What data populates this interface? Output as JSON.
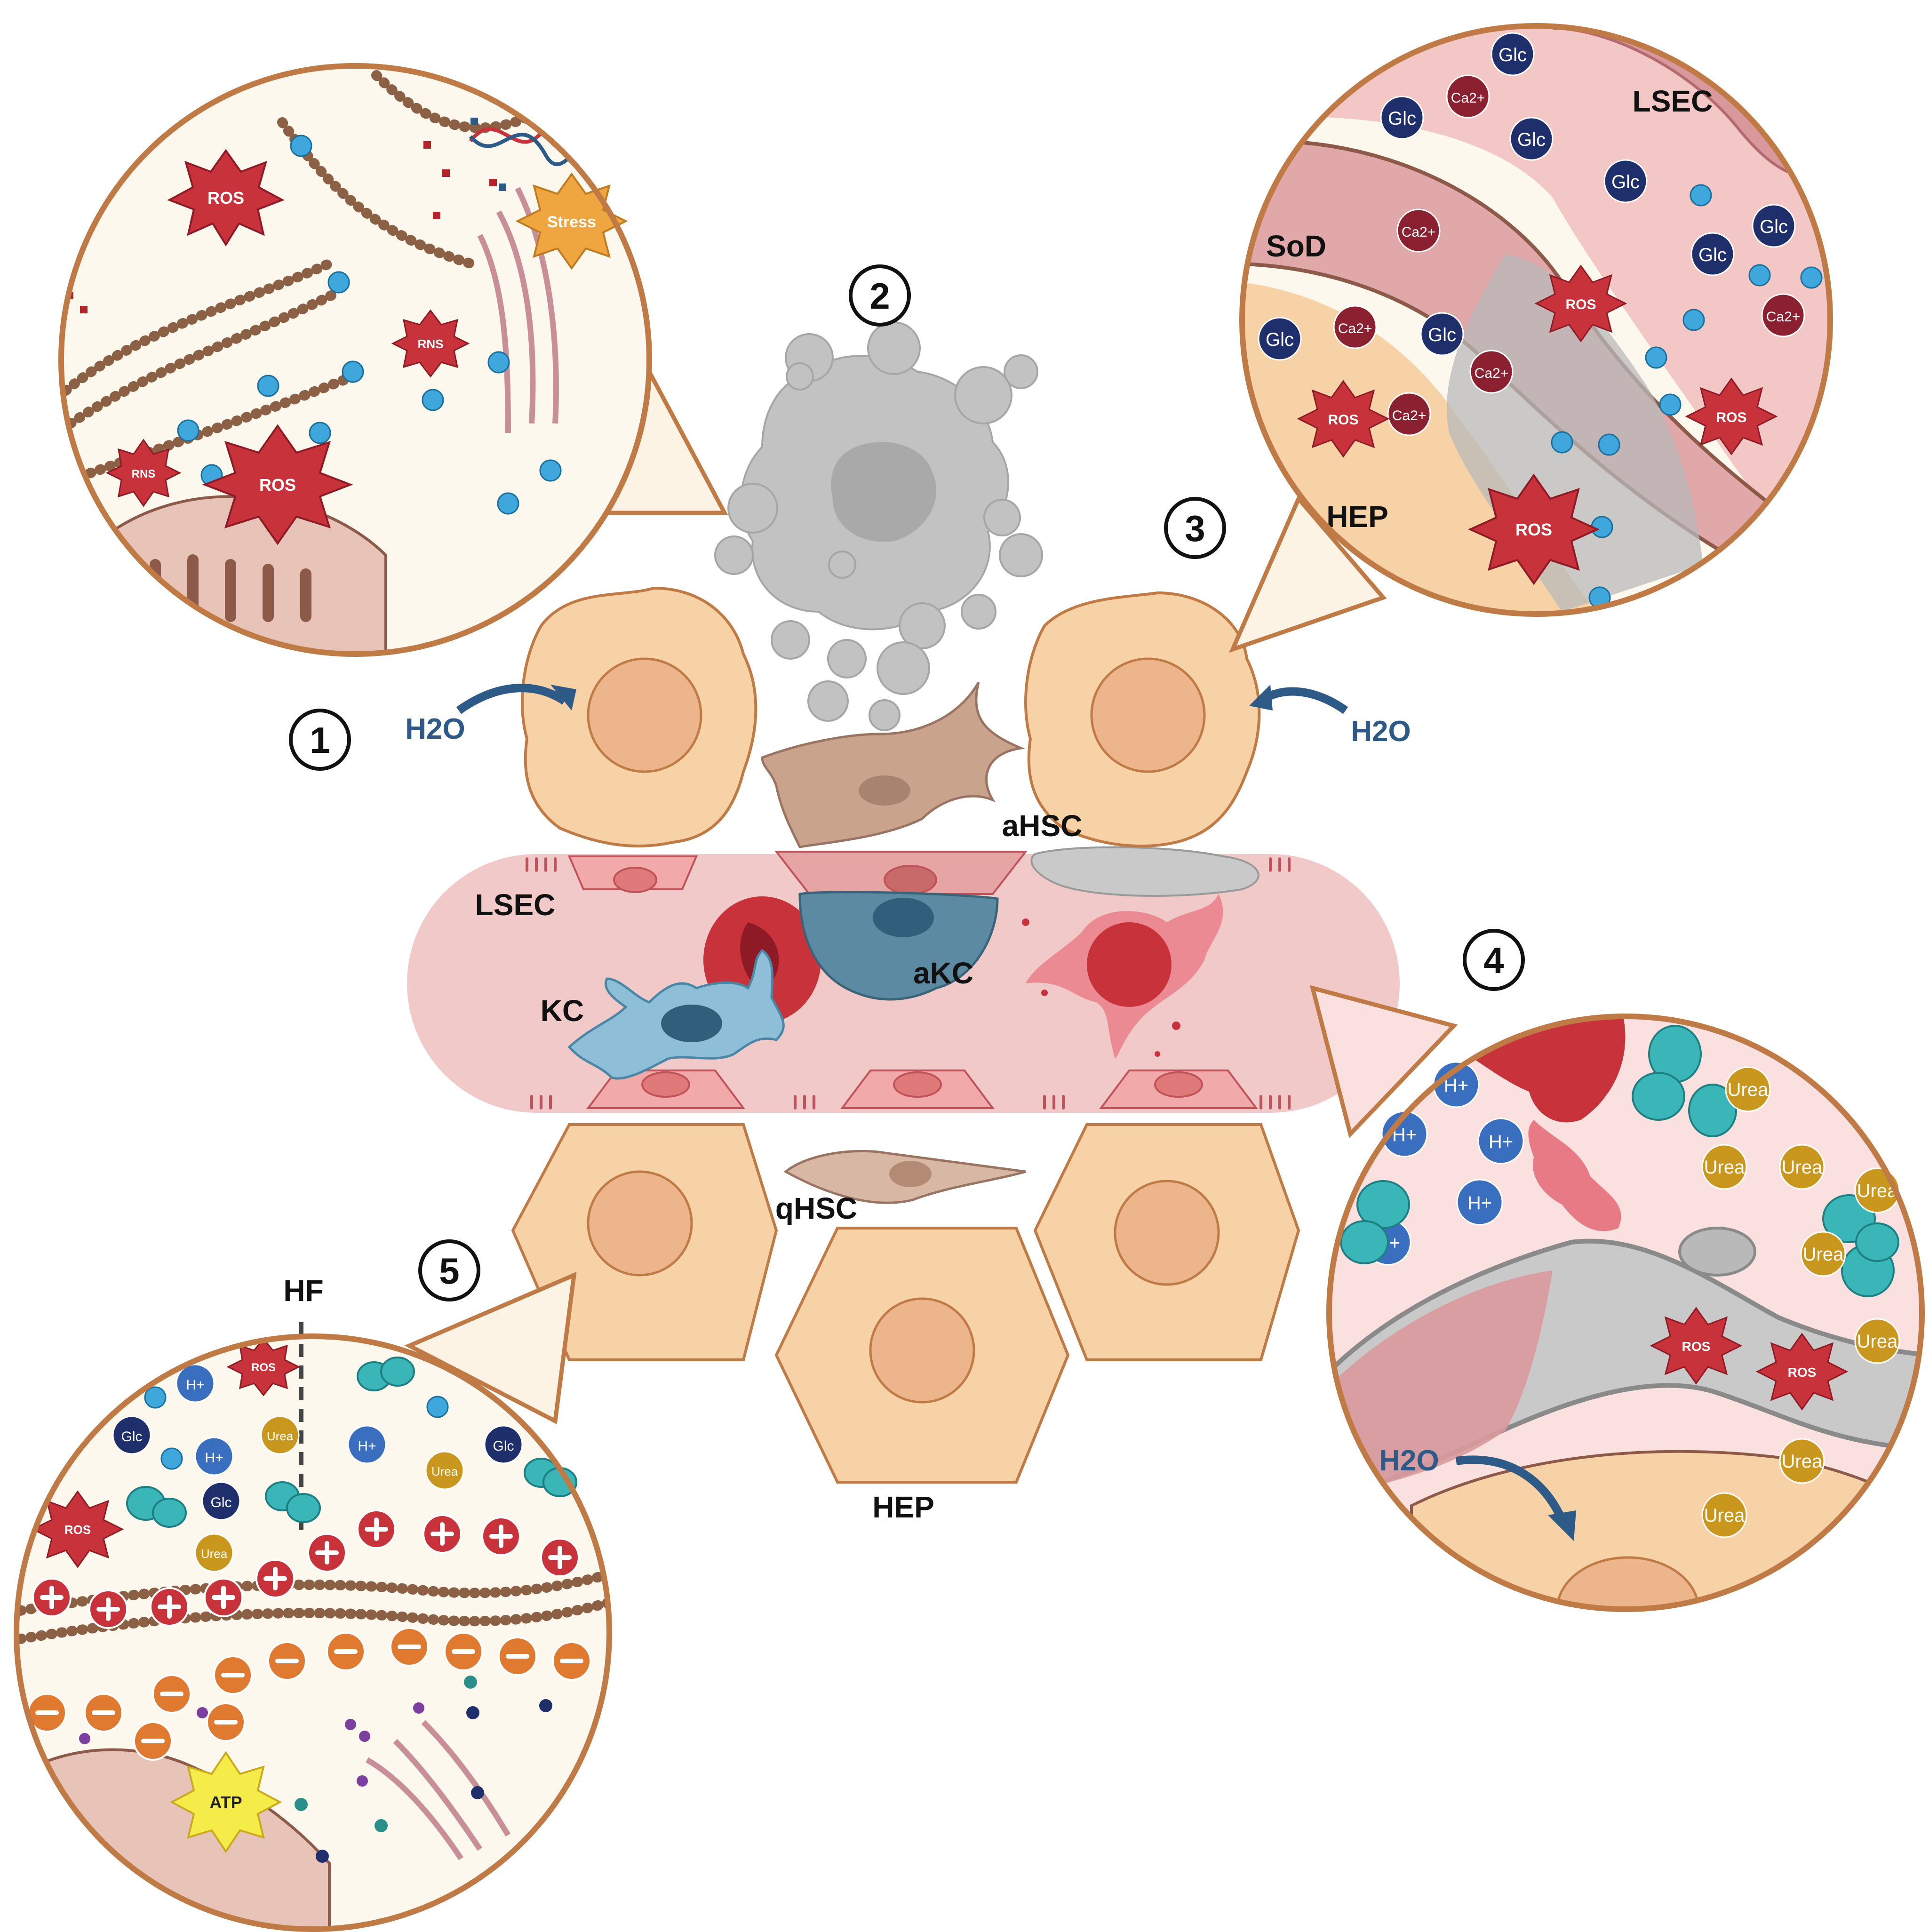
{
  "figure": {
    "step_numbers": [
      "1",
      "2",
      "3",
      "4",
      "5"
    ],
    "water": "H2O",
    "cell_labels": {
      "ahsc": "aHSC",
      "lsec": "LSEC",
      "akc": "aKC",
      "kc": "KC",
      "qhsc": "qHSC",
      "hep": "HEP",
      "hf": "HF"
    },
    "inset1": {
      "ros": "ROS",
      "rns": "RNS",
      "stress": "Stress"
    },
    "inset3": {
      "lsec": "LSEC",
      "sod": "SoD",
      "hep": "HEP",
      "glc": "Glc",
      "ca": "Ca2+",
      "ros": "ROS"
    },
    "inset4": {
      "h_plus": "H+",
      "urea": "Urea",
      "ros": "ROS",
      "water": "H2O"
    },
    "inset5": {
      "hf": "HF",
      "ros": "ROS",
      "h_plus": "H+",
      "glc": "Glc",
      "urea": "Urea",
      "atp": "ATP"
    }
  },
  "colors": {
    "inset_border": "#c07a45",
    "hepatocyte": "#f7d2a6",
    "nucleus": "#ecb58c",
    "sinusoid": "#f2c9c9",
    "ros_burst": "#c8323a",
    "glc": "#1f2f6b",
    "calcium": "#8a2030",
    "h_plus": "#3a6fbf",
    "urea": "#c9961e",
    "water_arrow": "#2d5a86",
    "necrotic_gray": "#b8b8b8"
  },
  "icons": [
    "ros-burst-icon",
    "rns-burst-icon",
    "stress-burst-icon",
    "atp-burst-icon",
    "water-arrow-icon",
    "erythrocyte-icon",
    "kupffer-cell-icon",
    "stellate-cell-icon"
  ]
}
